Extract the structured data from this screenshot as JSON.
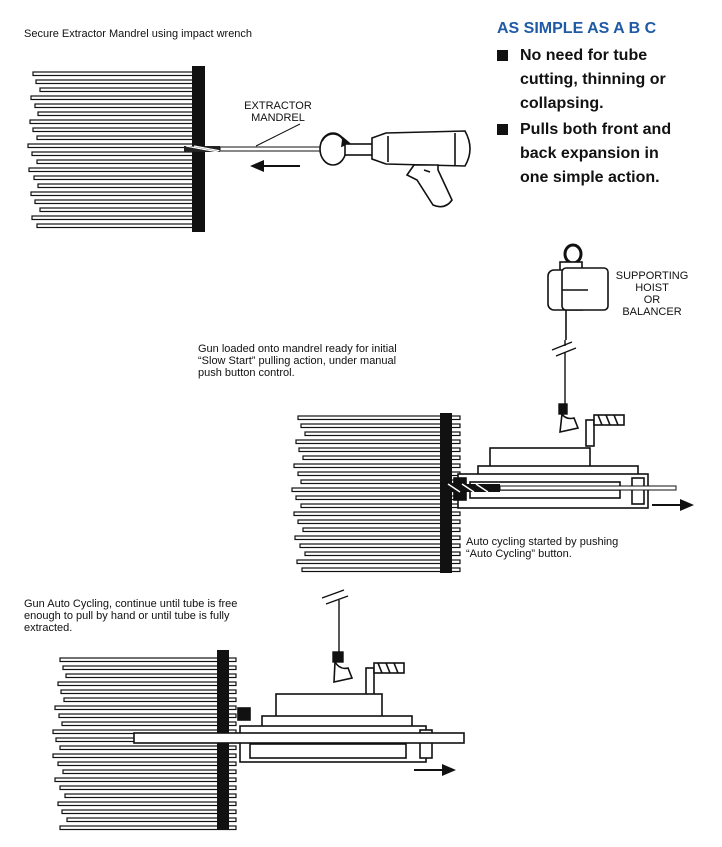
{
  "panel1": {
    "caption": "Secure Extractor Mandrel using impact wrench",
    "label_mandrel": "EXTRACTOR\nMANDREL"
  },
  "promo": {
    "title": "AS SIMPLE AS A B C",
    "bullets": [
      "No need for tube\ncutting, thinning or\ncollapsing.",
      "Pulls both front and\nback expansion in\none simple action."
    ]
  },
  "panel2": {
    "label_hoist": "SUPPORTING\nHOIST\nOR\nBALANCER",
    "caption_top": "Gun loaded onto mandrel ready for initial\n“Slow Start” pulling action, under manual\npush button control.",
    "caption_bottom": "Auto cycling started by pushing\n“Auto Cycling” button."
  },
  "panel3": {
    "caption": "Gun Auto Cycling, continue until tube is free\nenough to pull by hand or until tube is fully\nextracted."
  }
}
